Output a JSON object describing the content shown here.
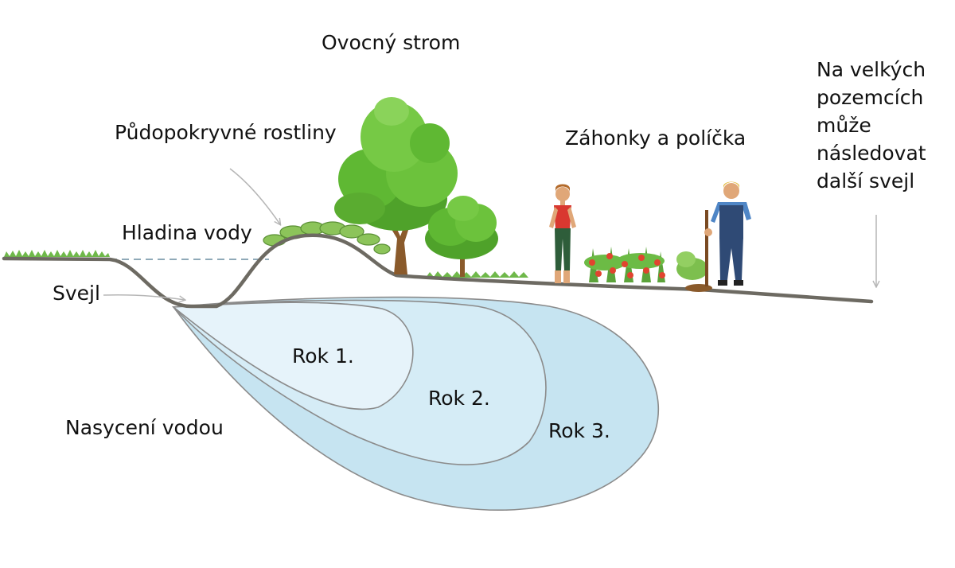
{
  "labels": {
    "fruit_tree": "Ovocný strom",
    "ground_cover": "Půdopokryvné rostliny",
    "beds": "Záhonky a políčka",
    "next_swale": "Na velkých\npozemcích\nmůže\nnásledovat\ndalší svejl",
    "water_level": "Hladina vody",
    "swale": "Svejl",
    "saturation": "Nasycení vodou",
    "year1": "Rok 1.",
    "year2": "Rok 2.",
    "year3": "Rok 3."
  },
  "colors": {
    "ground_line": "#6d6a62",
    "grass": "#6fb84a",
    "water_dash": "#8fa9b8",
    "year1_fill": "#e6f3fa",
    "year2_fill": "#d5ecf6",
    "year3_fill": "#c6e4f1",
    "tree_foliage": "#5fb833",
    "trunk": "#8a5a2b",
    "tomato": "#e1442f",
    "arrow": "#b5b5b5"
  },
  "icons": [
    "tree-icon",
    "bush-icon",
    "woman-figure-icon",
    "gardener-figure-icon",
    "tomato-plants-icon"
  ]
}
